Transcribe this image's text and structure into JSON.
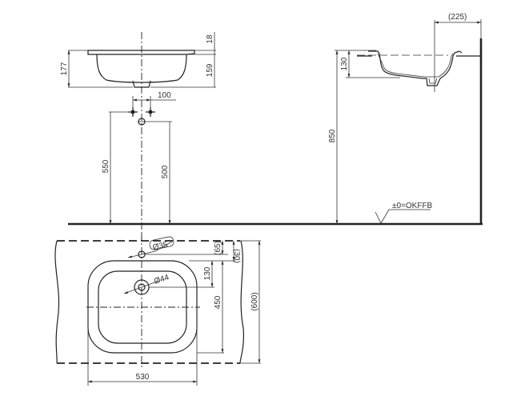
{
  "drawing": {
    "type": "technical-drawing",
    "subject": "washbasin installation dimensions",
    "background": "#ffffff",
    "line_color": "#222222"
  },
  "front_view": {
    "dims": {
      "total_height": "177",
      "rim_thickness": "18",
      "bowl_depth": "159",
      "tap_spacing": "100",
      "supply_height": "550",
      "waste_height": "500"
    }
  },
  "side_view": {
    "dims": {
      "wall_offset": "(225)",
      "bowl_depth": "130",
      "installation_height": "850"
    },
    "floor_label": "±0=OKFFB"
  },
  "plan_view": {
    "dims": {
      "tap_hole": "Ø35",
      "waste_hole": "Ø44",
      "tap_to_wall": "(65)",
      "rim_offset": "(30)",
      "tap_to_waste": "130",
      "basin_depth": "450",
      "counter_depth": "(600)",
      "basin_width": "530"
    }
  }
}
